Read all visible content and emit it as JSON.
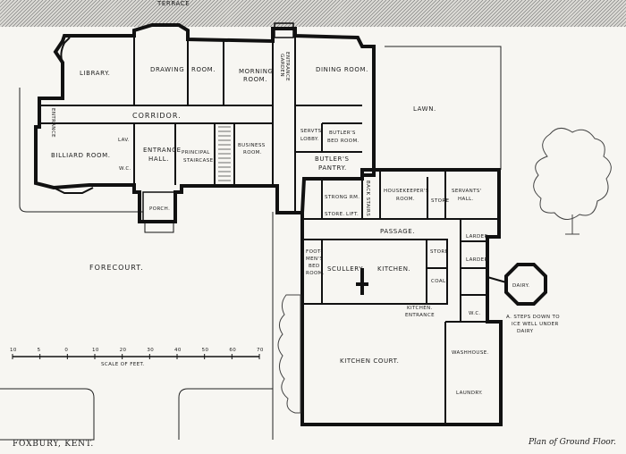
{
  "labels": {
    "terrace": "TERRACE",
    "library": "LIBRARY.",
    "drawing": "DRAWING",
    "room_word": "ROOM.",
    "morning": "MORNING",
    "morning_room": "ROOM.",
    "garden": "GARDEN",
    "entrance": "ENTRANCE",
    "dining_room": "DINING ROOM.",
    "lawn": "LAWN.",
    "corridor": "CORRIDOR.",
    "billiard_room": "BILLIARD ROOM.",
    "lav": "LAV.",
    "wc": "W.C.",
    "entrance_hall_1": "ENTRANCE",
    "entrance_hall_2": "HALL.",
    "principal_1": "PRINCIPAL",
    "principal_2": "STAIRCASE.",
    "business_1": "BUSINESS",
    "business_2": "ROOM.",
    "servants_lobby_1": "SERVTS",
    "servants_lobby_2": "LOBBY.",
    "butlers_bed_1": "BUTLER'S",
    "butlers_bed_2": "BED ROOM.",
    "butlers_pantry_1": "BUTLER'S",
    "butlers_pantry_2": "PANTRY.",
    "strong_rm": "STRONG RM.",
    "back_stairs": "BACK STAIRS",
    "housekeepers_1": "HOUSEKEEPER'S",
    "housekeepers_2": "ROOM.",
    "store": "STORE",
    "servants_hall_1": "SERVANTS'",
    "servants_hall_2": "HALL.",
    "porch": "PORCH.",
    "store_lift_1": "STORE.",
    "store_lift_2": "LIFT.",
    "passage": "PASSAGE.",
    "larder_1": "LARDER.",
    "larder_2": "LARDER.",
    "dairy": "DAIRY.",
    "forecourt": "FORECOURT.",
    "footmens_1": "FOOT-",
    "footmens_2": "MEN'S",
    "footmens_3": "BED",
    "footmens_4": "ROOM.",
    "scullery": "SCULLERY.",
    "kitchen": "KITCHEN.",
    "store2": "STORE",
    "coal": "COAL.",
    "kitchen_entrance_1": "KITCHEN.",
    "kitchen_entrance_2": "ENTRANCE",
    "wc2": "W.C.",
    "steps_note_1": "A. STEPS DOWN TO",
    "steps_note_2": "ICE WELL UNDER",
    "steps_note_3": "DAIRY",
    "scale": "SCALE OF FEET.",
    "washhouse": "WASHHOUSE.",
    "kitchen_court": "KITCHEN COURT.",
    "laundry": "LAUNDRY.",
    "caption_left": "FOXBURY, KENT.",
    "caption_right": "Plan of Ground Floor."
  },
  "scale_ticks": [
    "10",
    "5",
    "0",
    "10",
    "20",
    "30",
    "40",
    "50",
    "60",
    "70"
  ]
}
